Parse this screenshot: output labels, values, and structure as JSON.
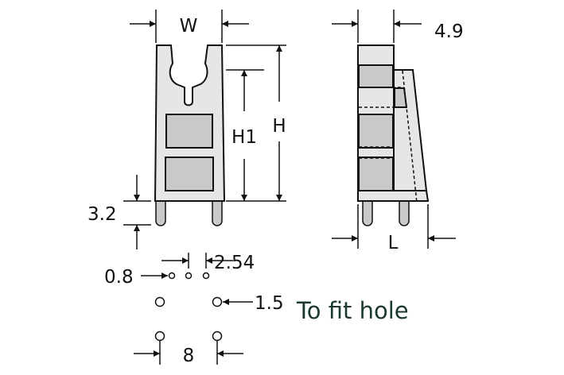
{
  "diagram": {
    "front_view": {
      "width_label": "W",
      "height_label": "H",
      "height1_label": "H1",
      "pin_length_label": "3.2"
    },
    "side_view": {
      "depth_label": "4.9",
      "length_label": "L"
    },
    "hole_layout": {
      "small_hole_label": "0.8",
      "pitch_label": "2.54",
      "large_hole_label": "1.5",
      "spacing_label": "8",
      "note": "To fit hole"
    },
    "colors": {
      "fill": "#e6e6e6",
      "window": "#c9c9c9",
      "note": "#1c3a2c"
    }
  }
}
